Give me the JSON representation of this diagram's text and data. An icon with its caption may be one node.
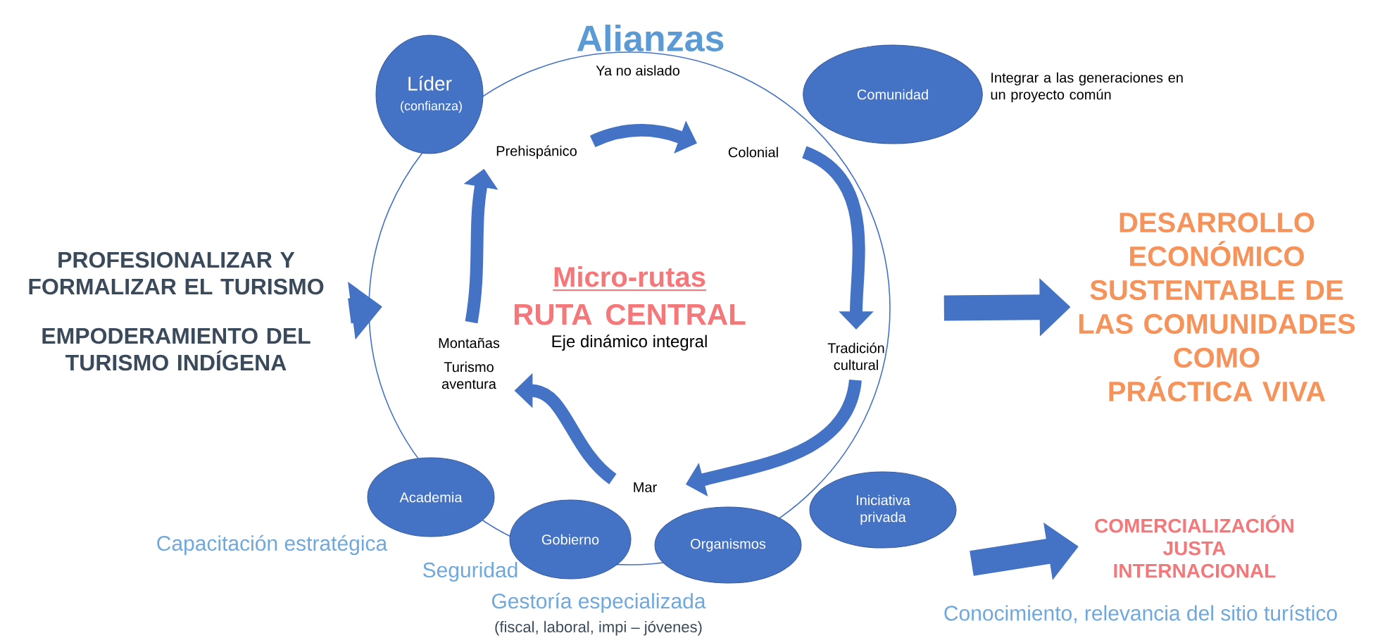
{
  "diagram": {
    "title": "Alianzas",
    "nodes": [
      {
        "text": [
          "Micro-rutas",
          "RUTA CENTRAL",
          "Eje dinámico integral"
        ]
      },
      {
        "text": [
          "Líder",
          "(confianza)"
        ]
      },
      {
        "text": [
          "Comunidad"
        ],
        "beside": [
          "Integrar a las generaciones en un proyecto común"
        ]
      },
      {
        "text": [
          "Academia"
        ]
      },
      {
        "text": [
          "Gobierno"
        ]
      },
      {
        "text": [
          "Organismos"
        ]
      },
      {
        "text": [
          "Iniciativa privada"
        ]
      },
      {
        "text": [
          "Prehispánico"
        ],
        "in": 0
      },
      {
        "text": [
          "Colonial"
        ],
        "in": 0
      },
      {
        "text": [
          "Tradición cultural"
        ],
        "in": 0
      },
      {
        "text": [
          "Mar"
        ],
        "in": 0
      },
      {
        "text": [
          "Montañas",
          "Turismo aventura"
        ],
        "in": 0
      },
      {
        "text": [
          "PROFESIONALIZAR Y FORMALIZAR EL TURISMO",
          "EMPODERAMIENTO DEL TURISMO INDÍGENA"
        ]
      },
      {
        "text": [
          "DESARROLLO ECONÓMICO SUSTENTABLE DE LAS COMUNIDADES COMO PRÁCTICA VIVA"
        ]
      },
      {
        "text": [
          "COMERCIALIZACIÓN JUSTA INTERNACIONAL"
        ]
      }
    ],
    "edges": [
      {
        "from": 7,
        "to": 8,
        "arrow": "to"
      },
      {
        "from": 8,
        "to": 9,
        "arrow": "to"
      },
      {
        "from": 9,
        "to": 10,
        "arrow": "to"
      },
      {
        "from": 10,
        "to": 11,
        "arrow": "to"
      },
      {
        "from": 11,
        "to": 7,
        "arrow": "to"
      },
      {
        "from": 12,
        "to": 0,
        "arrow": "to",
        "style": "thick"
      },
      {
        "from": 0,
        "to": 13,
        "arrow": "to",
        "style": "thick"
      },
      {
        "from": null,
        "to": 14,
        "arrow": "to",
        "style": "thick"
      }
    ],
    "labels": [
      "Ya no aislado",
      "Capacitación estratégica",
      "Seguridad",
      "Gestoría especializada",
      "(fiscal, laboral, impi – jóvenes)",
      "Conocimiento, relevancia del sitio turístico"
    ]
  }
}
